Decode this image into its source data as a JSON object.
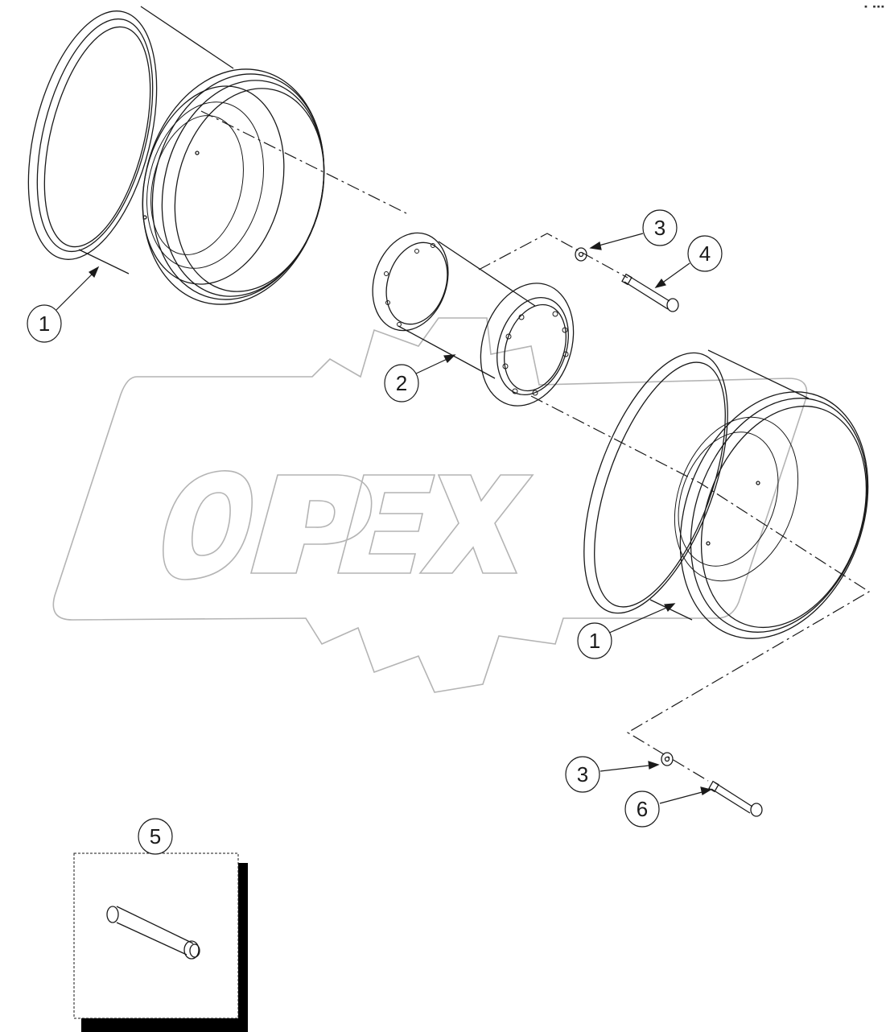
{
  "diagram": {
    "type": "exploded-parts-view",
    "watermark": {
      "text": "OPEX",
      "color": "#b4b4b4"
    },
    "line_color": "#1a1a1a",
    "corner_mark": "▪ ▪▪▪",
    "callouts": [
      {
        "id": "c1a",
        "label": "1",
        "part": "wheel-rim-left"
      },
      {
        "id": "c2",
        "label": "2",
        "part": "spacer-hub"
      },
      {
        "id": "c3a",
        "label": "3",
        "part": "washer-upper"
      },
      {
        "id": "c4",
        "label": "4",
        "part": "bolt-upper"
      },
      {
        "id": "c1b",
        "label": "1",
        "part": "wheel-rim-right"
      },
      {
        "id": "c3b",
        "label": "3",
        "part": "washer-lower"
      },
      {
        "id": "c6",
        "label": "6",
        "part": "bolt-lower"
      },
      {
        "id": "c5",
        "label": "5",
        "part": "stud-inset"
      }
    ]
  }
}
